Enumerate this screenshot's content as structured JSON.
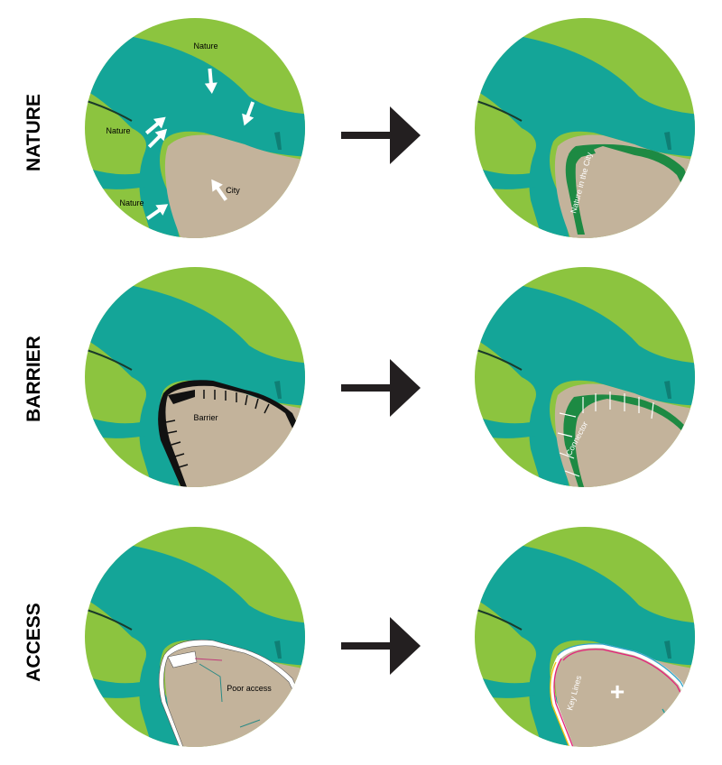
{
  "rows": [
    {
      "label": "NATURE",
      "before_labels": [
        "Nature",
        "Nature",
        "Nature",
        "City"
      ],
      "after_labels": [
        "Nature in the City"
      ]
    },
    {
      "label": "BARRIER",
      "before_labels": [
        "Barrier"
      ],
      "after_labels": [
        "Connector"
      ]
    },
    {
      "label": "ACCESS",
      "before_labels": [
        "Poor access"
      ],
      "after_labels": [
        "Key Lines",
        "+"
      ]
    }
  ],
  "colors": {
    "land": "#8cc43f",
    "water": "#14a598",
    "city": "#c3b39b",
    "arrow": "#231f20",
    "green_line": "#1d8a43"
  }
}
